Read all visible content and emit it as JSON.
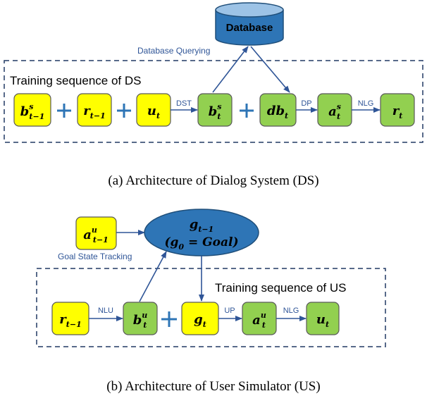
{
  "colors": {
    "yellow": "#FFFF00",
    "green": "#92D050",
    "blue_node": "#2E75B6",
    "arrow": "#2F5597",
    "edge_text": "#2F5597",
    "frame": "#203864"
  },
  "ds": {
    "database": "Database",
    "query_label": "Database Querying",
    "seq_label": "Training sequence of DS",
    "nodes": {
      "b_prev": {
        "base": "b",
        "sup": "s",
        "sub": "t−1"
      },
      "r_prev": {
        "base": "r",
        "sub": "t−1"
      },
      "u_t": {
        "base": "u",
        "sub": "t"
      },
      "b_t": {
        "base": "b",
        "sup": "s",
        "sub": "t"
      },
      "db_t": {
        "base": "db",
        "sub": "t"
      },
      "a_t": {
        "base": "a",
        "sup": "s",
        "sub": "t"
      },
      "r_t": {
        "base": "r",
        "sub": "t"
      }
    },
    "edges": {
      "dst": "DST",
      "dp": "DP",
      "nlg": "NLG"
    },
    "caption": "(a)  Architecture of Dialog System (DS)"
  },
  "us": {
    "goal_line1": {
      "base": "g",
      "sub": "t−1"
    },
    "goal_line2": {
      "open": "(",
      "g0_base": "g",
      "g0_sub": "0",
      "eq": " = ",
      "goal": "Goal",
      "close": ")"
    },
    "gst_label": "Goal State Tracking",
    "seq_label": "Training sequence of US",
    "nodes": {
      "a_prev": {
        "base": "a",
        "sup": "u",
        "sub": "t−1"
      },
      "r_prev": {
        "base": "r",
        "sub": "t−1"
      },
      "b_t": {
        "base": "b",
        "sup": "u",
        "sub": "t"
      },
      "g_t": {
        "base": "g",
        "sub": "t"
      },
      "a_t": {
        "base": "a",
        "sup": "u",
        "sub": "t"
      },
      "u_t": {
        "base": "u",
        "sub": "t"
      }
    },
    "edges": {
      "nlu": "NLU",
      "up": "UP",
      "nlg": "NLG"
    },
    "caption": "(b)  Architecture of User Simulator (US)"
  }
}
